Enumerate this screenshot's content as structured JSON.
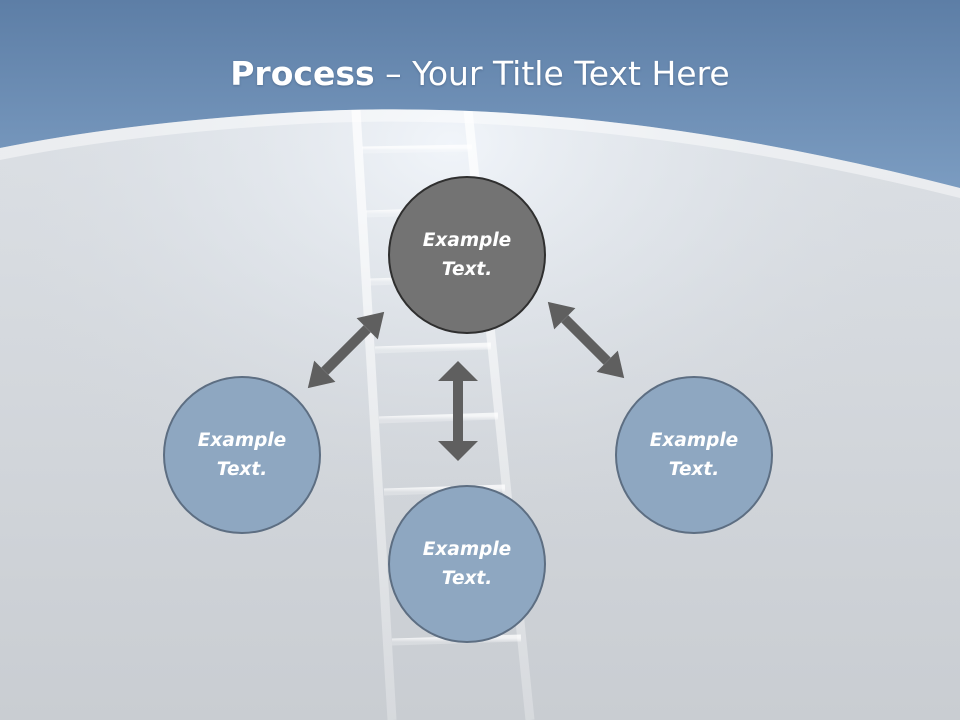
{
  "slide": {
    "title_bold": "Process",
    "title_rest": " – Your Title Text Here"
  },
  "nodes": {
    "top": "Example Text.",
    "left": "Example Text.",
    "right": "Example Text.",
    "bottom": "Example Text."
  },
  "colors": {
    "header": "#6b8db5",
    "node_gray": "#737373",
    "node_blue": "#8ea7c1",
    "arrow": "#5f5f5f"
  }
}
